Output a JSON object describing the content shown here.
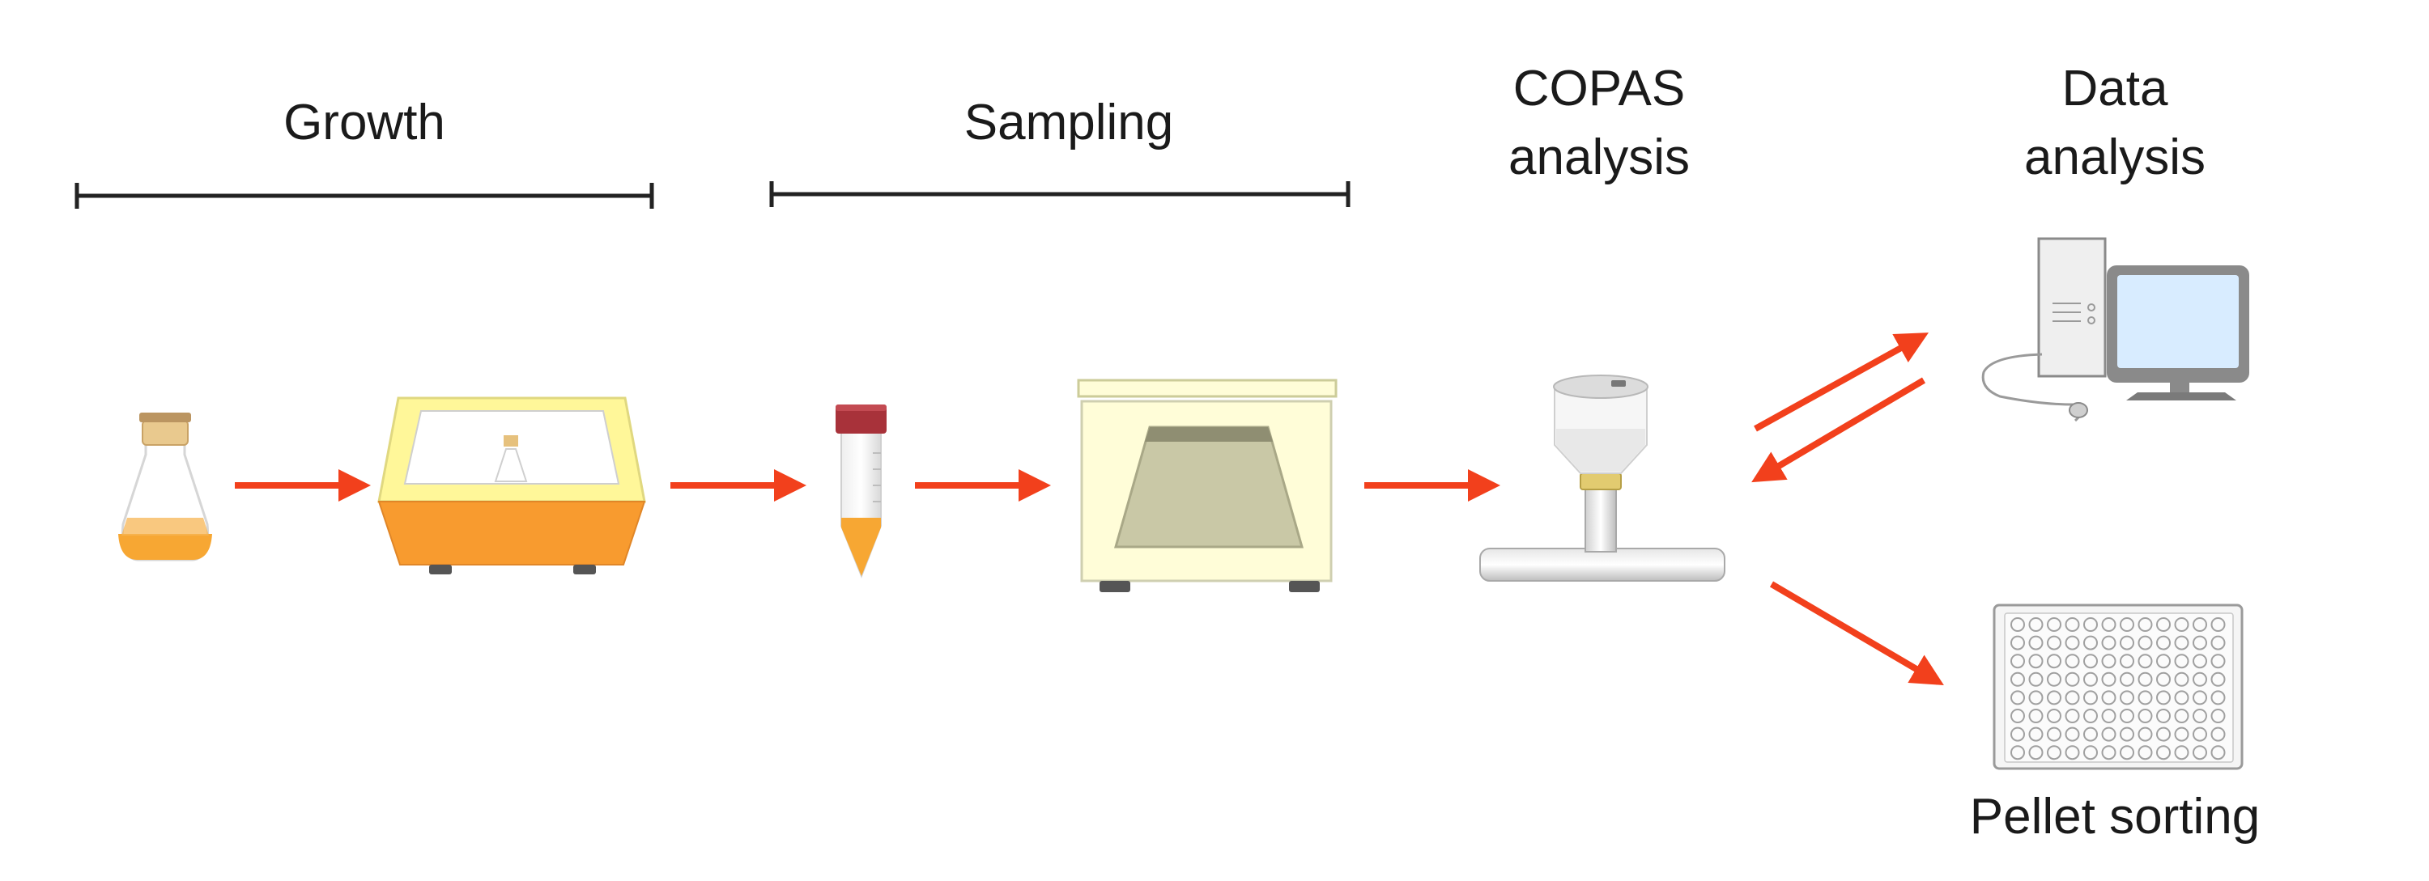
{
  "labels": {
    "growth": "Growth",
    "sampling": "Sampling",
    "copas_line1": "COPAS",
    "copas_line2": "analysis",
    "data_line1": "Data",
    "data_line2": "analysis",
    "pellet_sorting": "Pellet sorting"
  },
  "colors": {
    "arrow": "#f2401c",
    "culture": "#f7a733",
    "incubator_body": "#f89b2f",
    "incubator_top": "#fff799",
    "tube_cap": "#a8323a",
    "centrifuge_body": "#fffdd8",
    "rotor": "#c9c8a6",
    "monitor_screen": "#d8ecff",
    "computer_gray": "#8a8a8a"
  },
  "icons": [
    "flask-icon",
    "shaker-incubator-icon",
    "falcon-tube-icon",
    "centrifuge-icon",
    "copas-sorter-icon",
    "computer-icon",
    "well-plate-icon"
  ]
}
